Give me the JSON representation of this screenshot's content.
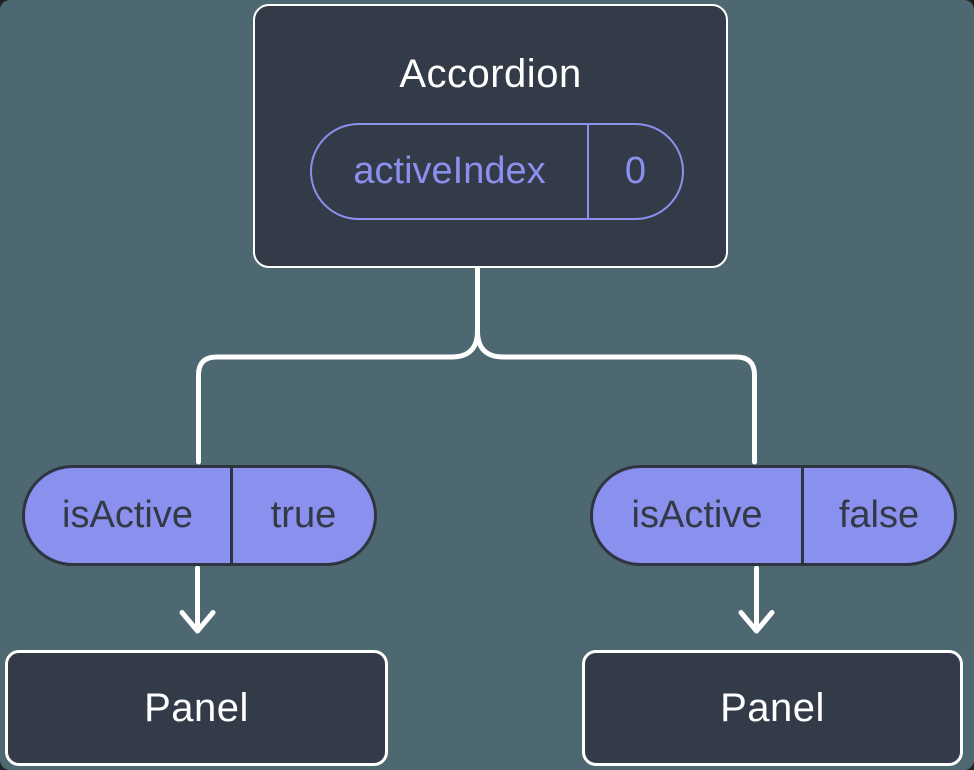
{
  "colors": {
    "background": "#4d6870",
    "node_fill": "#343b48",
    "node_border": "#ffffff",
    "accent_purple": "#8a90ee",
    "pill_dark_text": "#333a46",
    "pill_dark_border": "#2e3540",
    "connector_line": "#ffffff"
  },
  "root_node": {
    "title": "Accordion",
    "state_pill": {
      "label": "activeIndex",
      "value": "0"
    }
  },
  "left_branch": {
    "prop_pill": {
      "label": "isActive",
      "value": "true"
    },
    "node": {
      "title": "Panel"
    }
  },
  "right_branch": {
    "prop_pill": {
      "label": "isActive",
      "value": "false"
    },
    "node": {
      "title": "Panel"
    }
  }
}
